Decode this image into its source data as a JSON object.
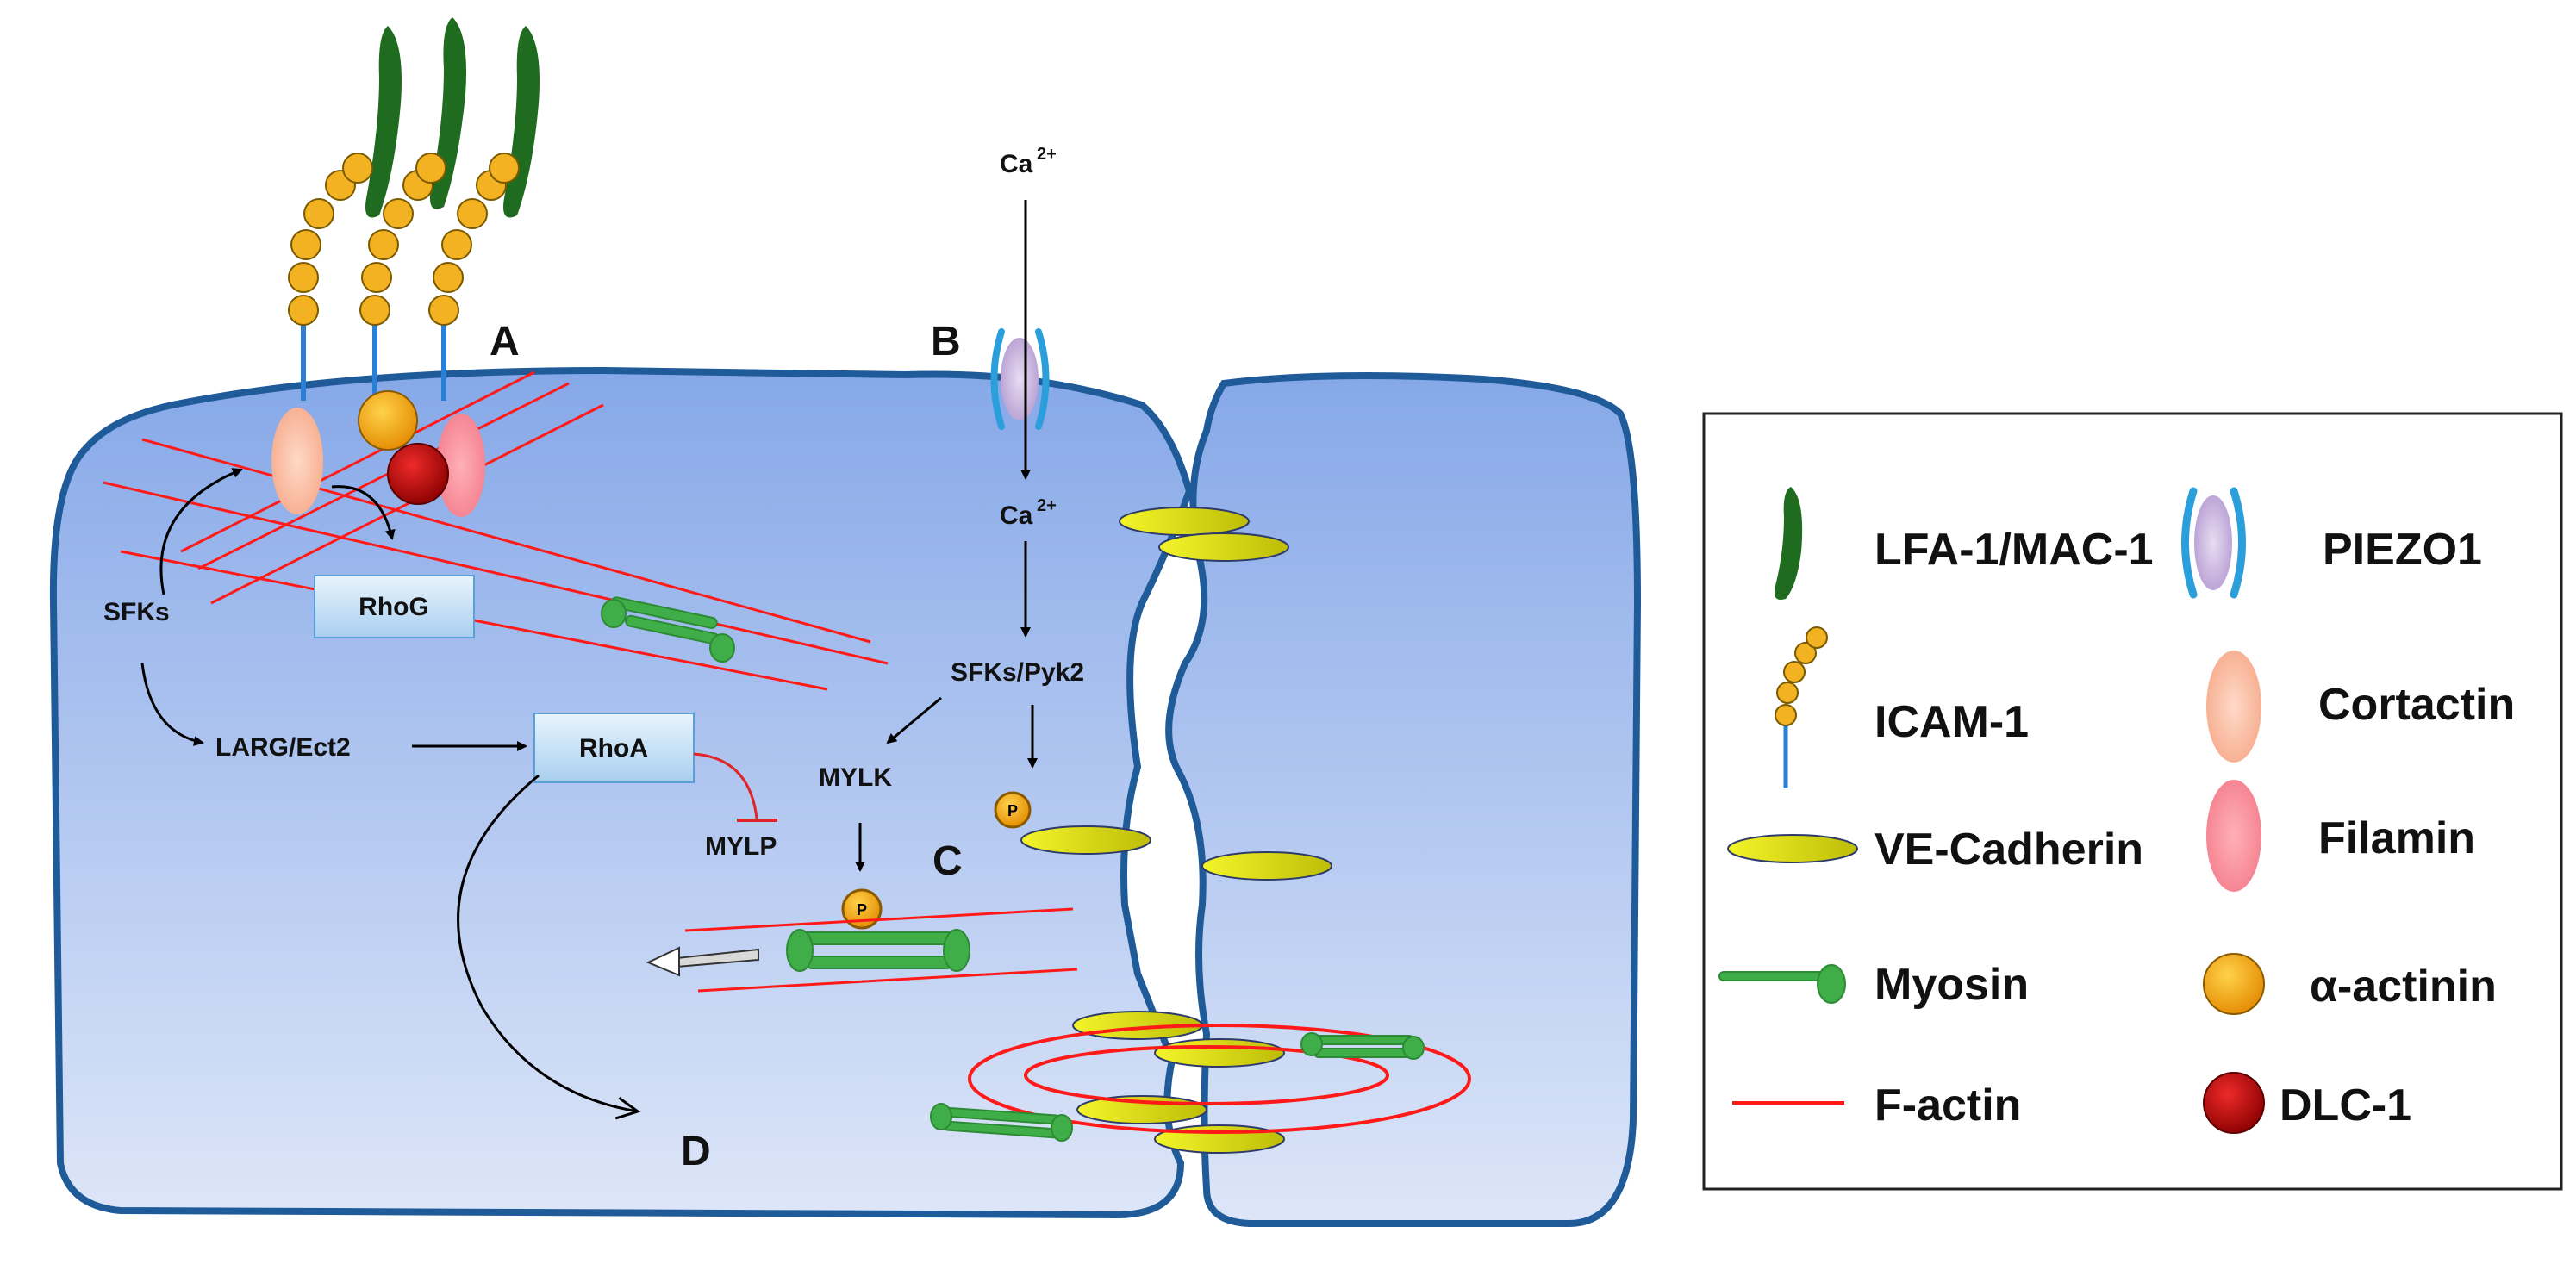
{
  "panels": {
    "a": "A",
    "b": "B",
    "c": "C",
    "d": "D"
  },
  "labels": {
    "ca_outside": "Ca",
    "ca_inside": "Ca",
    "ca_charge": "2+",
    "sfks": "SFKs",
    "rhog": "RhoG",
    "larg_ect2": "LARG/Ect2",
    "rhoa": "RhoA",
    "mylp": "MYLP",
    "mylk": "MYLK",
    "sfks_pyk2": "SFKs/Pyk2",
    "phospho": "P"
  },
  "legend": {
    "items": [
      {
        "label": "LFA-1/MAC-1",
        "icon": "lfa1-mac1-icon"
      },
      {
        "label": "ICAM-1",
        "icon": "icam1-icon"
      },
      {
        "label": "VE-Cadherin",
        "icon": "ve-cadherin-icon"
      },
      {
        "label": "Myosin",
        "icon": "myosin-icon"
      },
      {
        "label": "F-actin",
        "icon": "f-actin-icon"
      },
      {
        "label": "PIEZO1",
        "icon": "piezo1-icon"
      },
      {
        "label": "Cortactin",
        "icon": "cortactin-icon"
      },
      {
        "label": "Filamin",
        "icon": "filamin-icon"
      },
      {
        "label": "α-actinin",
        "icon": "alpha-actinin-icon"
      },
      {
        "label": "DLC-1",
        "icon": "dlc1-icon"
      }
    ]
  },
  "colors": {
    "cell_top": "#86a8e8",
    "cell_bottom": "#dde6f8",
    "cell_border": "#1f5a99",
    "f_actin": "#ff1a1a",
    "myosin": "#3fae49",
    "lfa1": "#1f6b1f",
    "icam_bead": "#f3b221",
    "cadherin": "#e5e60a",
    "piezo": "#2a9fdc"
  }
}
